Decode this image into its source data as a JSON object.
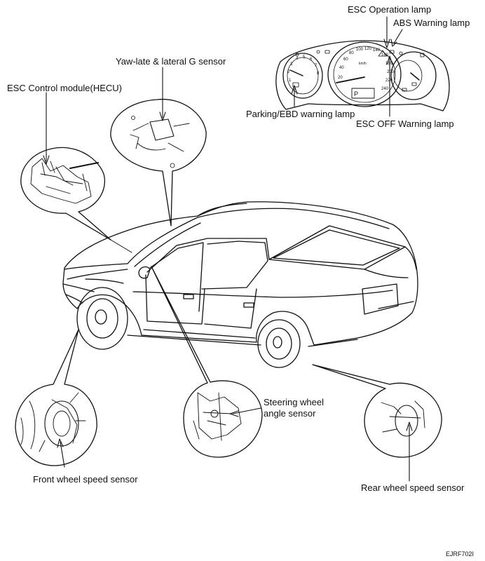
{
  "labels": {
    "esc_operation_lamp": "ESC Operation lamp",
    "abs_warning_lamp": "ABS Warning lamp",
    "yaw_rate_sensor": "Yaw-late & lateral G sensor",
    "esc_control_module": "ESC Control module(HECU)",
    "parking_ebd_lamp": "Parking/EBD warning lamp",
    "esc_off_lamp": "ESC OFF Warning lamp",
    "steering_sensor_line1": "Steering wheel",
    "steering_sensor_line2": "angle sensor",
    "front_wheel_sensor": "Front wheel speed sensor",
    "rear_wheel_sensor": "Rear wheel speed sensor"
  },
  "figure_code": "EJRF702I",
  "cluster": {
    "speed_ticks": [
      "20",
      "40",
      "60",
      "80",
      "100",
      "120",
      "140",
      "160",
      "180",
      "200",
      "220",
      "240"
    ],
    "speed_unit": "km/h",
    "rpm_ticks": [
      "1",
      "2",
      "3",
      "4",
      "5",
      "6",
      "7",
      "8"
    ],
    "gear": "P"
  }
}
